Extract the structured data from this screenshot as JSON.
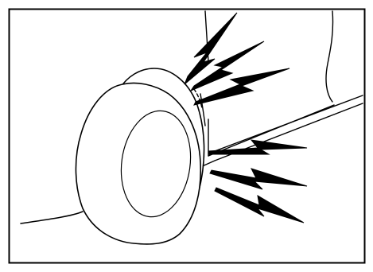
{
  "illustration": {
    "subject": "tire-warning-noise",
    "colors": {
      "line": "#000000",
      "background": "#ffffff"
    },
    "elements": [
      "frame-border",
      "ground-line",
      "tire",
      "wheel-rim",
      "vehicle-body",
      "noise-bolts"
    ]
  }
}
